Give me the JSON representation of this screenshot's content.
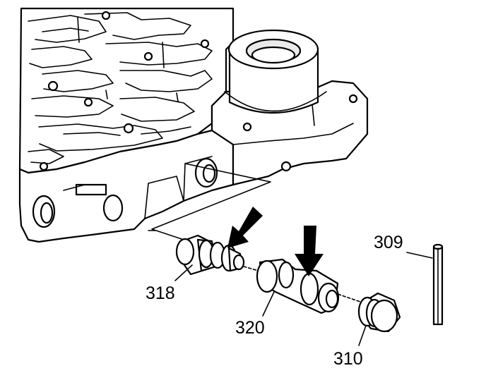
{
  "callouts": {
    "c309": "309",
    "c318": "318",
    "c320": "320",
    "c310": "310"
  },
  "icons": {
    "arrow_left": "down-left-arrow-icon",
    "arrow_right": "down-arrow-icon"
  }
}
